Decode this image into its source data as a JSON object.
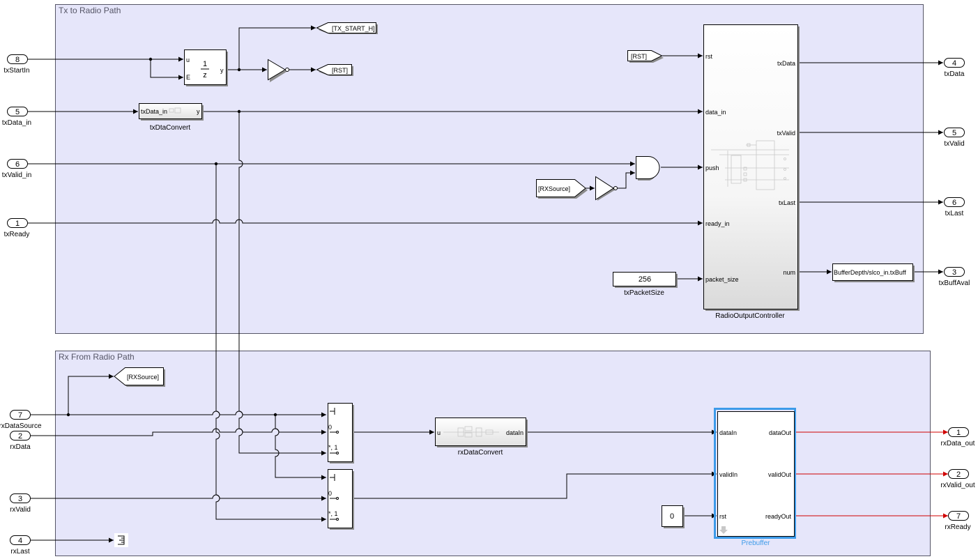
{
  "areas": {
    "tx_title": "Tx to Radio Path",
    "rx_title": "Rx From Radio Path"
  },
  "inports": [
    {
      "num": "8",
      "name": "txStartIn"
    },
    {
      "num": "5",
      "name": "txData_in"
    },
    {
      "num": "6",
      "name": "txValid_in"
    },
    {
      "num": "1",
      "name": "txReady"
    },
    {
      "num": "7",
      "name": "rxDataSource"
    },
    {
      "num": "2",
      "name": "rxData"
    },
    {
      "num": "3",
      "name": "rxValid"
    },
    {
      "num": "4",
      "name": "rxLast"
    }
  ],
  "outports": [
    {
      "num": "4",
      "name": "txData"
    },
    {
      "num": "5",
      "name": "txValid"
    },
    {
      "num": "6",
      "name": "txLast"
    },
    {
      "num": "3",
      "name": "txBuffAval"
    },
    {
      "num": "1",
      "name": "rxData_out"
    },
    {
      "num": "2",
      "name": "rxValid_out"
    },
    {
      "num": "7",
      "name": "rxReady"
    }
  ],
  "tags": {
    "tx_start": "[TX_START_H]",
    "rst_from": "[RST]",
    "rst_goto": "[RST]",
    "rxsource_from": "[RXSource]",
    "rxsource_goto": "[RXSource]"
  },
  "delay": {
    "in_u": "u",
    "in_e": "E",
    "numerator": "1",
    "denominator": "z",
    "out": "y"
  },
  "tx_convert": {
    "label": "txDtaConvert",
    "in": "txData_in",
    "out": "y"
  },
  "controller": {
    "label": "RadioOutputController",
    "inputs": [
      "rst",
      "data_in",
      "push",
      "ready_in",
      "packet_size"
    ],
    "outputs": [
      "txData",
      "txValid",
      "txLast",
      "num"
    ]
  },
  "packet_size": {
    "value": "256",
    "label": "txPacketSize"
  },
  "buffer_expr": "BufferDepth/slco_in.txBuff",
  "switch1": {
    "c1": "0",
    "c2": "*, 1"
  },
  "switch2": {
    "c1": "0",
    "c2": "*, 1"
  },
  "rx_convert": {
    "label": "rxDataConvert",
    "in": "u",
    "out": "dataIn"
  },
  "prebuffer": {
    "label": "Prebuffer",
    "inputs": [
      "dataIn",
      "validIn",
      "rst"
    ],
    "outputs": [
      "dataOut",
      "validOut",
      "readyOut"
    ]
  },
  "zero_const": "0",
  "colors": {
    "area_fill": "#e6e6fa",
    "area_stroke": "#555566",
    "highlight": "#3d9be9",
    "signal_red": "#d00000"
  }
}
